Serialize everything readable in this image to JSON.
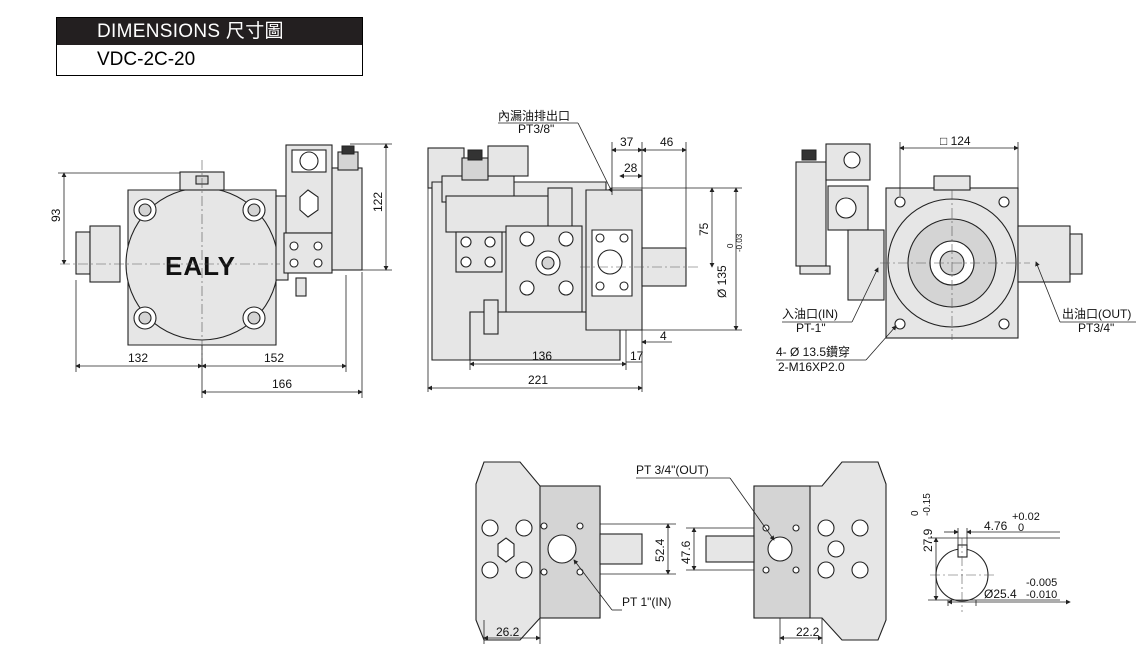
{
  "header": {
    "title": "DIMENSIONS 尺寸圖",
    "model": "VDC-2C-20"
  },
  "logo": "EALY",
  "front_view": {
    "dim_132": "132",
    "dim_152": "152",
    "dim_166": "166",
    "dim_93": "93",
    "dim_122": "122"
  },
  "side_view": {
    "drain_label": "內漏油排出口",
    "drain_size": "PT3/8\"",
    "dim_37": "37",
    "dim_46": "46",
    "dim_28": "28",
    "dim_75": "75",
    "dim_135": "Ø 135",
    "dim_135_tol_upper": "0",
    "dim_135_tol_lower": "-0.03",
    "dim_136": "136",
    "dim_17": "17",
    "dim_4": "4",
    "dim_221": "221"
  },
  "back_view": {
    "dim_124": "□ 124",
    "inlet_label": "入油口(IN)",
    "inlet_size": "PT-1\"",
    "outlet_label": "出油口(OUT)",
    "outlet_size": "PT3/4\"",
    "holes_label": "4- Ø 13.5鑽穿",
    "thread_label": "2-M16XP2.0"
  },
  "bottom_view": {
    "out_port": "PT  3/4\"(OUT)",
    "in_port": "PT  1\"(IN)",
    "dim_52_4": "52.4",
    "dim_47_6": "47.6",
    "dim_26_2": "26.2",
    "dim_22_2": "22.2"
  },
  "shaft_detail": {
    "dim_27_9": "27.9",
    "dim_27_9_tol_upper": "0",
    "dim_27_9_tol_lower": "-0.15",
    "dim_4_76": "4.76",
    "dim_4_76_tol_upper": "+0.02",
    "dim_4_76_tol_lower": "0",
    "dim_25_4": "Ø25.4",
    "dim_25_4_tol_upper": "-0.005",
    "dim_25_4_tol_lower": "-0.010"
  }
}
